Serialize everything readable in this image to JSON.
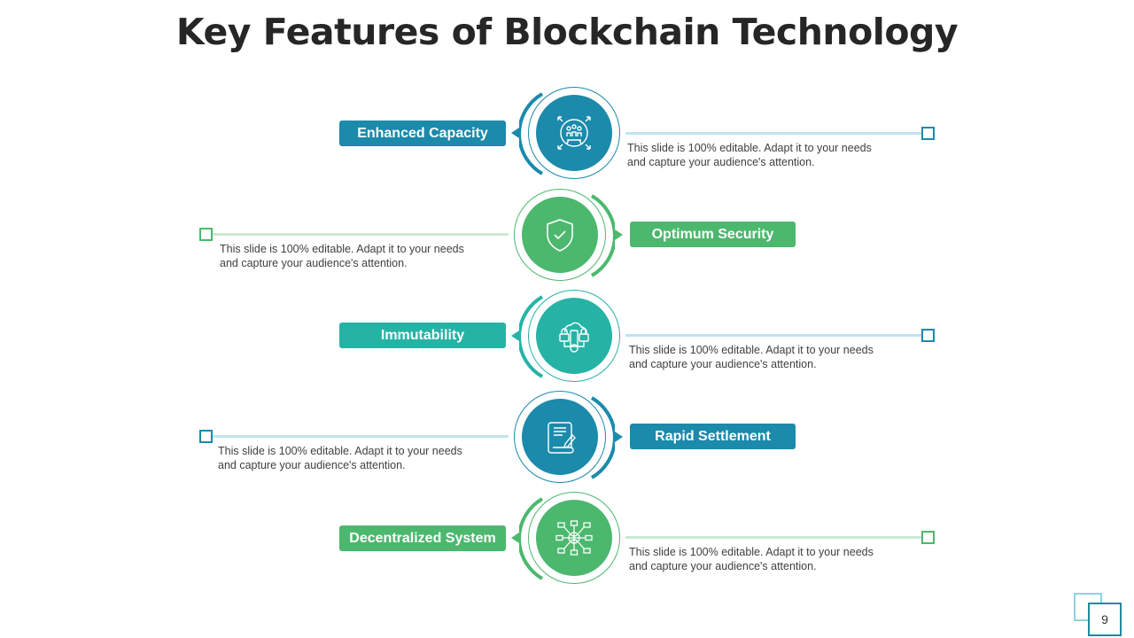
{
  "title": "Key Features of Blockchain Technology",
  "page_number": "9",
  "colors": {
    "blue": "#1b8aab",
    "green": "#4cb86e",
    "teal": "#26b3a6",
    "dark_text": "#262626"
  },
  "features": [
    {
      "label": "Enhanced Capacity",
      "description_line1": "This slide is 100% editable. Adapt it to your needs",
      "description_line2": "and capture your audience's attention.",
      "icon": "network-capacity-icon",
      "color": "#1b8aab"
    },
    {
      "label": "Optimum  Security",
      "description_line1": "This slide is 100% editable. Adapt it to your needs",
      "description_line2": "and capture your audience's attention.",
      "icon": "shield-check-icon",
      "color": "#4cb86e"
    },
    {
      "label": "Immutability",
      "description_line1": "This slide is 100% editable. Adapt it to your needs",
      "description_line2": "and capture your audience's attention.",
      "icon": "cloud-lock-icon",
      "color": "#26b3a6"
    },
    {
      "label": "Rapid Settlement",
      "description_line1": "This slide is 100% editable. Adapt it to your needs",
      "description_line2": "and capture your audience's attention.",
      "icon": "contract-scroll-icon",
      "color": "#1b8aab"
    },
    {
      "label": "Decentralized System",
      "description_line1": "This slide is 100% editable. Adapt it to your needs",
      "description_line2": "and capture your audience's attention.",
      "icon": "decentralized-network-icon",
      "color": "#4cb86e"
    }
  ]
}
